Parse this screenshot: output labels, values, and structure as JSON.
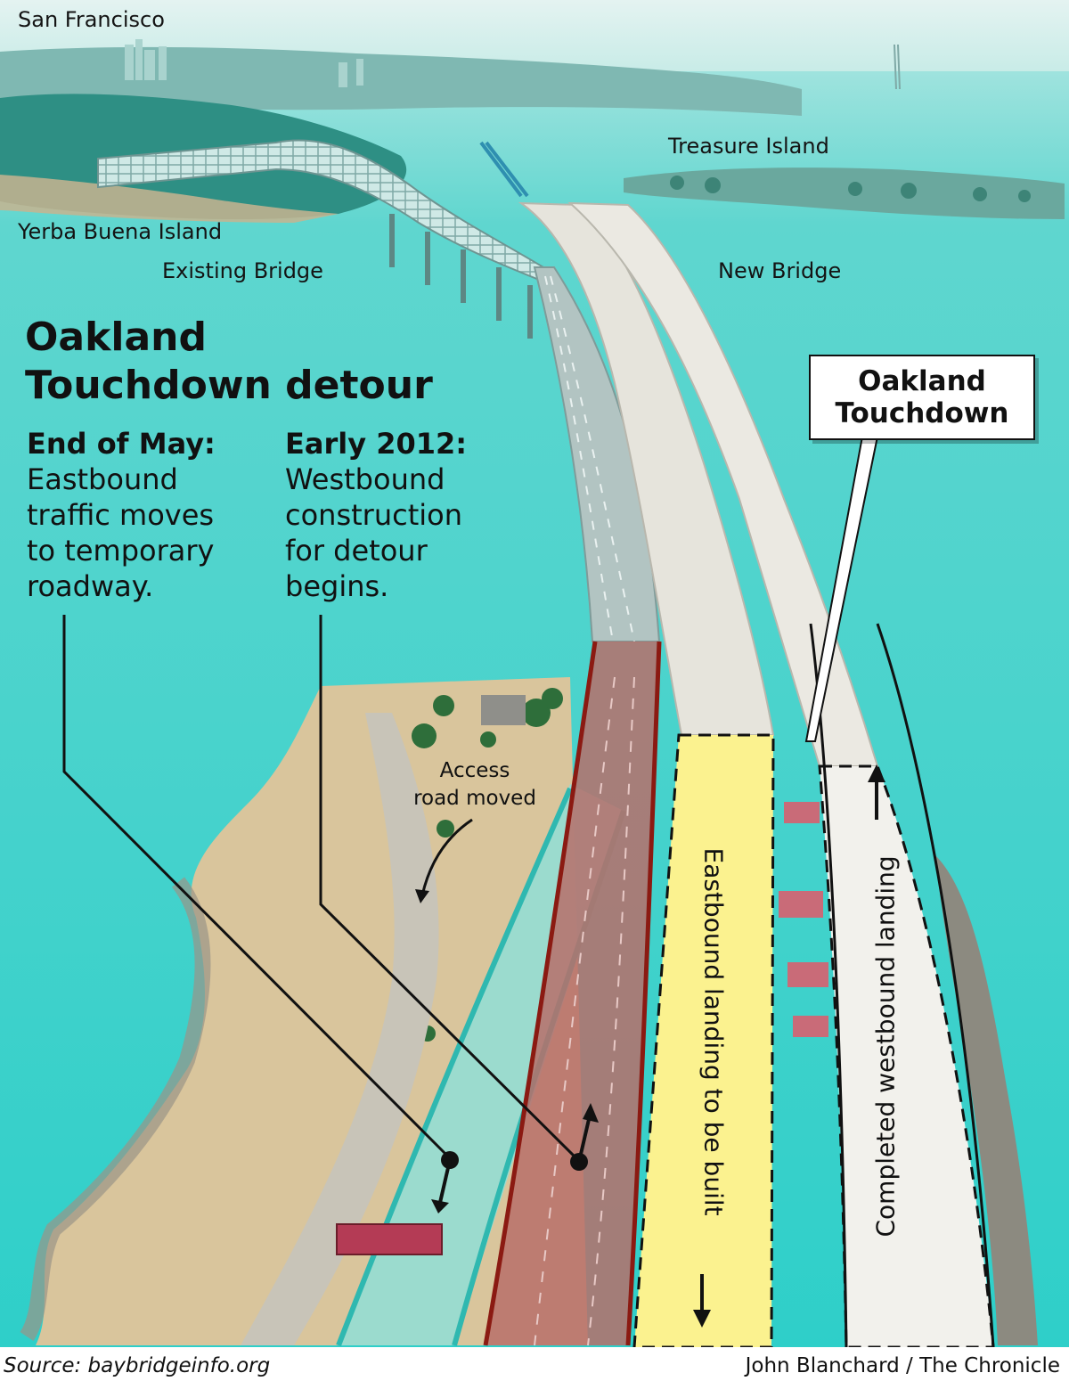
{
  "places": {
    "san_francisco": "San Francisco",
    "treasure_island": "Treasure Island",
    "yerba_buena_island": "Yerba Buena Island",
    "existing_bridge": "Existing Bridge",
    "new_bridge": "New Bridge"
  },
  "title": {
    "line1": "Oakland",
    "line2": "Touchdown detour"
  },
  "notes": {
    "eastbound": {
      "heading": "End of May:",
      "lines": [
        "Eastbound",
        "traffic moves",
        "to temporary",
        "roadway."
      ]
    },
    "westbound": {
      "heading": "Early 2012:",
      "lines": [
        "Westbound",
        "construction",
        "for detour",
        "begins."
      ]
    }
  },
  "callouts": {
    "touchdown_line1": "Oakland",
    "touchdown_line2": "Touchdown",
    "access_line1": "Access",
    "access_line2": "road moved",
    "eastbound_landing": "Eastbound landing to be built",
    "westbound_landing": "Completed westbound landing"
  },
  "footer": {
    "source": "Source: baybridgeinfo.org",
    "credit": "John Blanchard / The Chronicle"
  },
  "colors": {
    "water": "#38d3cf",
    "land": "#d9c59c",
    "eastbound_zone": "#fbf28f",
    "detour_road": "#b76f6a",
    "route_outline": "#8b1a12",
    "temporary_lane": "#2fb8b0",
    "new_bridge_deck": "#e6e4dc"
  }
}
